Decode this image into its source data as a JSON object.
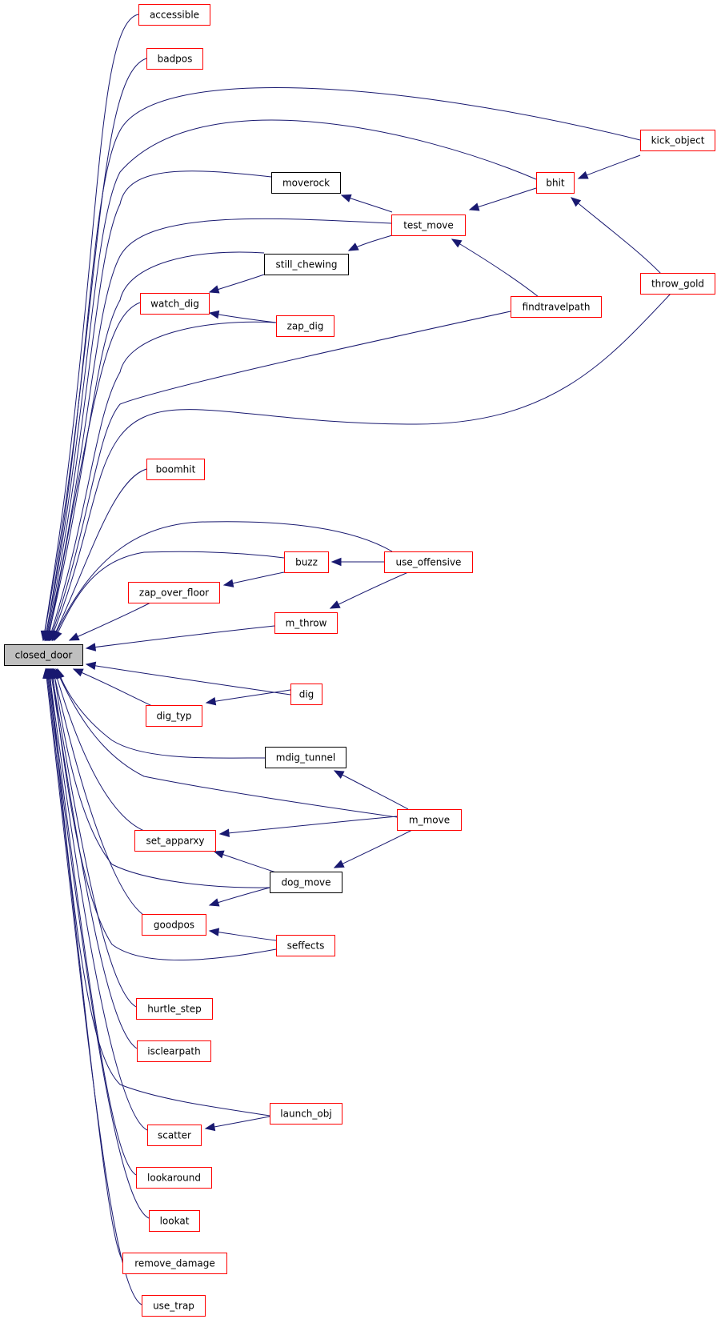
{
  "diagram": {
    "colors": {
      "edge": "#191970",
      "root_fill": "#bfbfbf",
      "root_border": "#000000",
      "documented_border": "#000000",
      "undocumented_border": "#ff0000",
      "node_fill": "#ffffff"
    },
    "nodes": [
      {
        "id": "closed_door",
        "label": "closed_door",
        "kind": "root"
      },
      {
        "id": "accessible",
        "label": "accessible",
        "kind": "red"
      },
      {
        "id": "badpos",
        "label": "badpos",
        "kind": "red"
      },
      {
        "id": "kick_object",
        "label": "kick_object",
        "kind": "red"
      },
      {
        "id": "bhit",
        "label": "bhit",
        "kind": "red"
      },
      {
        "id": "moverock",
        "label": "moverock",
        "kind": "black"
      },
      {
        "id": "test_move",
        "label": "test_move",
        "kind": "red"
      },
      {
        "id": "still_chewing",
        "label": "still_chewing",
        "kind": "black"
      },
      {
        "id": "throw_gold",
        "label": "throw_gold",
        "kind": "red"
      },
      {
        "id": "watch_dig",
        "label": "watch_dig",
        "kind": "red"
      },
      {
        "id": "findtravelpath",
        "label": "findtravelpath",
        "kind": "red"
      },
      {
        "id": "zap_dig",
        "label": "zap_dig",
        "kind": "red"
      },
      {
        "id": "boomhit",
        "label": "boomhit",
        "kind": "red"
      },
      {
        "id": "buzz",
        "label": "buzz",
        "kind": "red"
      },
      {
        "id": "use_offensive",
        "label": "use_offensive",
        "kind": "red"
      },
      {
        "id": "zap_over_floor",
        "label": "zap_over_floor",
        "kind": "red"
      },
      {
        "id": "m_throw",
        "label": "m_throw",
        "kind": "red"
      },
      {
        "id": "dig",
        "label": "dig",
        "kind": "red"
      },
      {
        "id": "dig_typ",
        "label": "dig_typ",
        "kind": "red"
      },
      {
        "id": "mdig_tunnel",
        "label": "mdig_tunnel",
        "kind": "black"
      },
      {
        "id": "m_move",
        "label": "m_move",
        "kind": "red"
      },
      {
        "id": "set_apparxy",
        "label": "set_apparxy",
        "kind": "red"
      },
      {
        "id": "dog_move",
        "label": "dog_move",
        "kind": "black"
      },
      {
        "id": "goodpos",
        "label": "goodpos",
        "kind": "red"
      },
      {
        "id": "seffects",
        "label": "seffects",
        "kind": "red"
      },
      {
        "id": "hurtle_step",
        "label": "hurtle_step",
        "kind": "red"
      },
      {
        "id": "isclearpath",
        "label": "isclearpath",
        "kind": "red"
      },
      {
        "id": "launch_obj",
        "label": "launch_obj",
        "kind": "red"
      },
      {
        "id": "scatter",
        "label": "scatter",
        "kind": "red"
      },
      {
        "id": "lookaround",
        "label": "lookaround",
        "kind": "red"
      },
      {
        "id": "lookat",
        "label": "lookat",
        "kind": "red"
      },
      {
        "id": "remove_damage",
        "label": "remove_damage",
        "kind": "red"
      },
      {
        "id": "use_trap",
        "label": "use_trap",
        "kind": "red"
      }
    ],
    "edges": [
      {
        "from": "accessible",
        "to": "closed_door"
      },
      {
        "from": "badpos",
        "to": "closed_door"
      },
      {
        "from": "kick_object",
        "to": "closed_door"
      },
      {
        "from": "bhit",
        "to": "closed_door"
      },
      {
        "from": "moverock",
        "to": "closed_door"
      },
      {
        "from": "test_move",
        "to": "closed_door"
      },
      {
        "from": "still_chewing",
        "to": "closed_door"
      },
      {
        "from": "watch_dig",
        "to": "closed_door"
      },
      {
        "from": "zap_dig",
        "to": "closed_door"
      },
      {
        "from": "findtravelpath",
        "to": "closed_door"
      },
      {
        "from": "throw_gold",
        "to": "closed_door"
      },
      {
        "from": "boomhit",
        "to": "closed_door"
      },
      {
        "from": "use_offensive",
        "to": "closed_door"
      },
      {
        "from": "buzz",
        "to": "closed_door"
      },
      {
        "from": "zap_over_floor",
        "to": "closed_door"
      },
      {
        "from": "m_throw",
        "to": "closed_door"
      },
      {
        "from": "dig",
        "to": "closed_door"
      },
      {
        "from": "dig_typ",
        "to": "closed_door"
      },
      {
        "from": "mdig_tunnel",
        "to": "closed_door"
      },
      {
        "from": "m_move",
        "to": "closed_door"
      },
      {
        "from": "set_apparxy",
        "to": "closed_door"
      },
      {
        "from": "dog_move",
        "to": "closed_door"
      },
      {
        "from": "goodpos",
        "to": "closed_door"
      },
      {
        "from": "seffects",
        "to": "closed_door"
      },
      {
        "from": "hurtle_step",
        "to": "closed_door"
      },
      {
        "from": "isclearpath",
        "to": "closed_door"
      },
      {
        "from": "launch_obj",
        "to": "closed_door"
      },
      {
        "from": "scatter",
        "to": "closed_door"
      },
      {
        "from": "lookaround",
        "to": "closed_door"
      },
      {
        "from": "lookat",
        "to": "closed_door"
      },
      {
        "from": "remove_damage",
        "to": "closed_door"
      },
      {
        "from": "use_trap",
        "to": "closed_door"
      },
      {
        "from": "kick_object",
        "to": "bhit"
      },
      {
        "from": "throw_gold",
        "to": "bhit"
      },
      {
        "from": "bhit",
        "to": "test_move"
      },
      {
        "from": "test_move",
        "to": "moverock"
      },
      {
        "from": "test_move",
        "to": "still_chewing"
      },
      {
        "from": "findtravelpath",
        "to": "test_move"
      },
      {
        "from": "still_chewing",
        "to": "watch_dig"
      },
      {
        "from": "zap_dig",
        "to": "watch_dig"
      },
      {
        "from": "use_offensive",
        "to": "buzz"
      },
      {
        "from": "use_offensive",
        "to": "m_throw"
      },
      {
        "from": "buzz",
        "to": "zap_over_floor"
      },
      {
        "from": "dig",
        "to": "dig_typ"
      },
      {
        "from": "m_move",
        "to": "mdig_tunnel"
      },
      {
        "from": "m_move",
        "to": "set_apparxy"
      },
      {
        "from": "m_move",
        "to": "dog_move"
      },
      {
        "from": "dog_move",
        "to": "set_apparxy"
      },
      {
        "from": "dog_move",
        "to": "goodpos"
      },
      {
        "from": "seffects",
        "to": "goodpos"
      },
      {
        "from": "launch_obj",
        "to": "scatter"
      }
    ]
  }
}
